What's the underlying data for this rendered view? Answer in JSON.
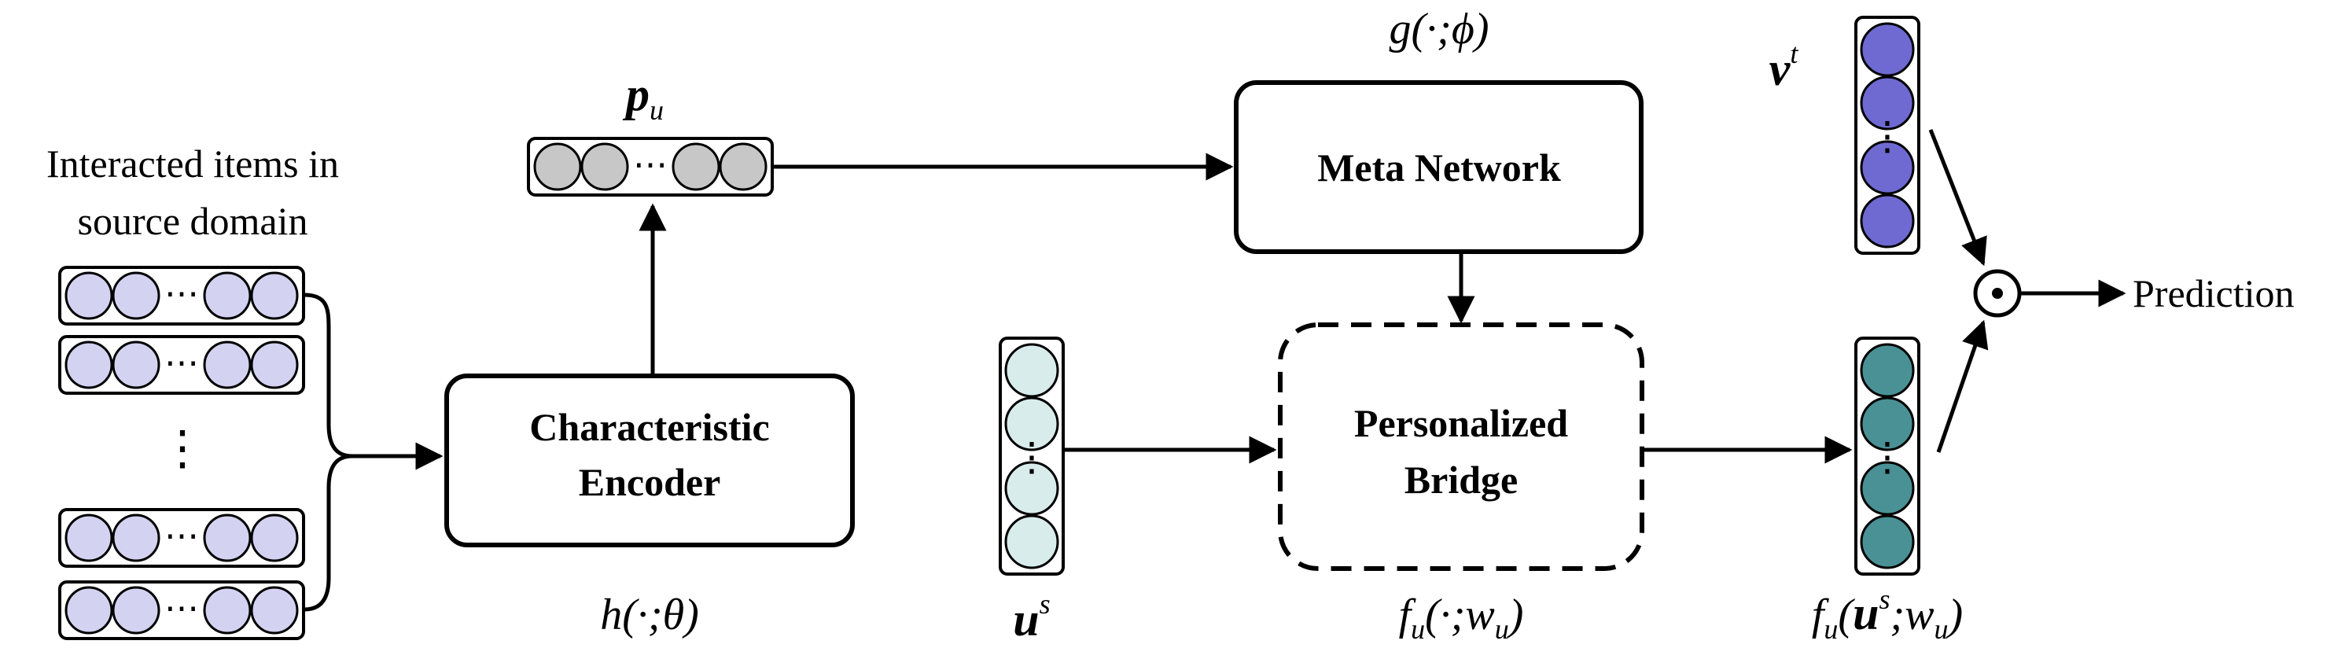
{
  "colors": {
    "item": "#d4d2f1",
    "pu": "#c7c7c7",
    "us": "#d9ecec",
    "vt": "#6e6ad2",
    "fu": "#4a9196",
    "stroke": "#000000",
    "background": "#ffffff"
  },
  "labels": {
    "source_line1": "Interacted items in",
    "source_line2": "source domain",
    "encoder_line1": "Characteristic",
    "encoder_line2": "Encoder",
    "meta": "Meta Network",
    "bridge_line1": "Personalized",
    "bridge_line2": "Bridge",
    "prediction": "Prediction",
    "dots": "⋯",
    "vdots": "⋮"
  },
  "math": {
    "p_u": {
      "base": "p",
      "sub": "u"
    },
    "g": "g(·;ϕ)",
    "h": "h(·;θ)",
    "u_s": {
      "base": "u",
      "sup": "s"
    },
    "v_t": {
      "base": "v",
      "sup": "t"
    },
    "f_u_fn": {
      "f": "f",
      "sub": "u",
      "args": "(·;",
      "w": "w",
      "wsub": "u",
      "close": ")"
    },
    "f_u_out": {
      "f": "f",
      "sub": "u",
      "open": "(",
      "u": "u",
      "usup": "s",
      "sep": ";",
      "w": "w",
      "wsub": "u",
      "close": ")"
    },
    "odot": "⊙"
  }
}
